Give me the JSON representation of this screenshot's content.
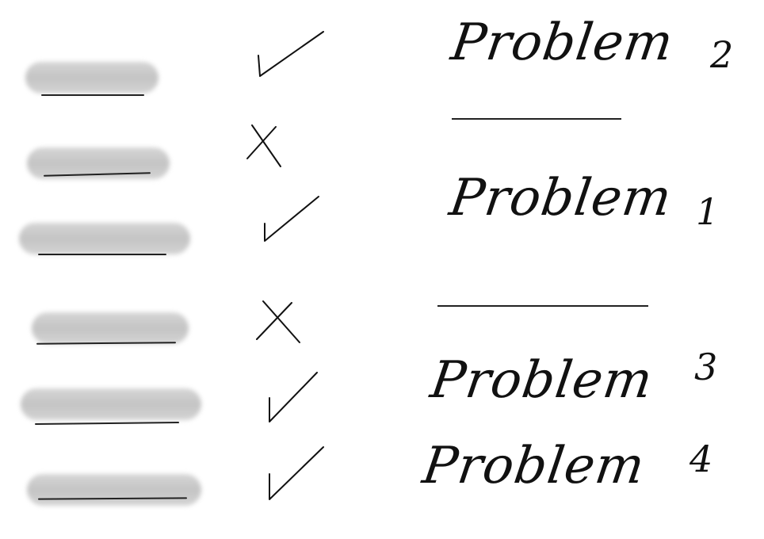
{
  "problems": [
    {
      "label": "Problem",
      "number": "2"
    },
    {
      "label": "Problem",
      "number": "1"
    },
    {
      "label": "Problem",
      "number": "3"
    },
    {
      "label": "Problem",
      "number": "4"
    }
  ],
  "marks": [
    "check",
    "cross",
    "check",
    "cross",
    "check",
    "check"
  ],
  "colors": {
    "ink": "#111111",
    "blur": "#c8c8c8",
    "background": "#ffffff"
  }
}
